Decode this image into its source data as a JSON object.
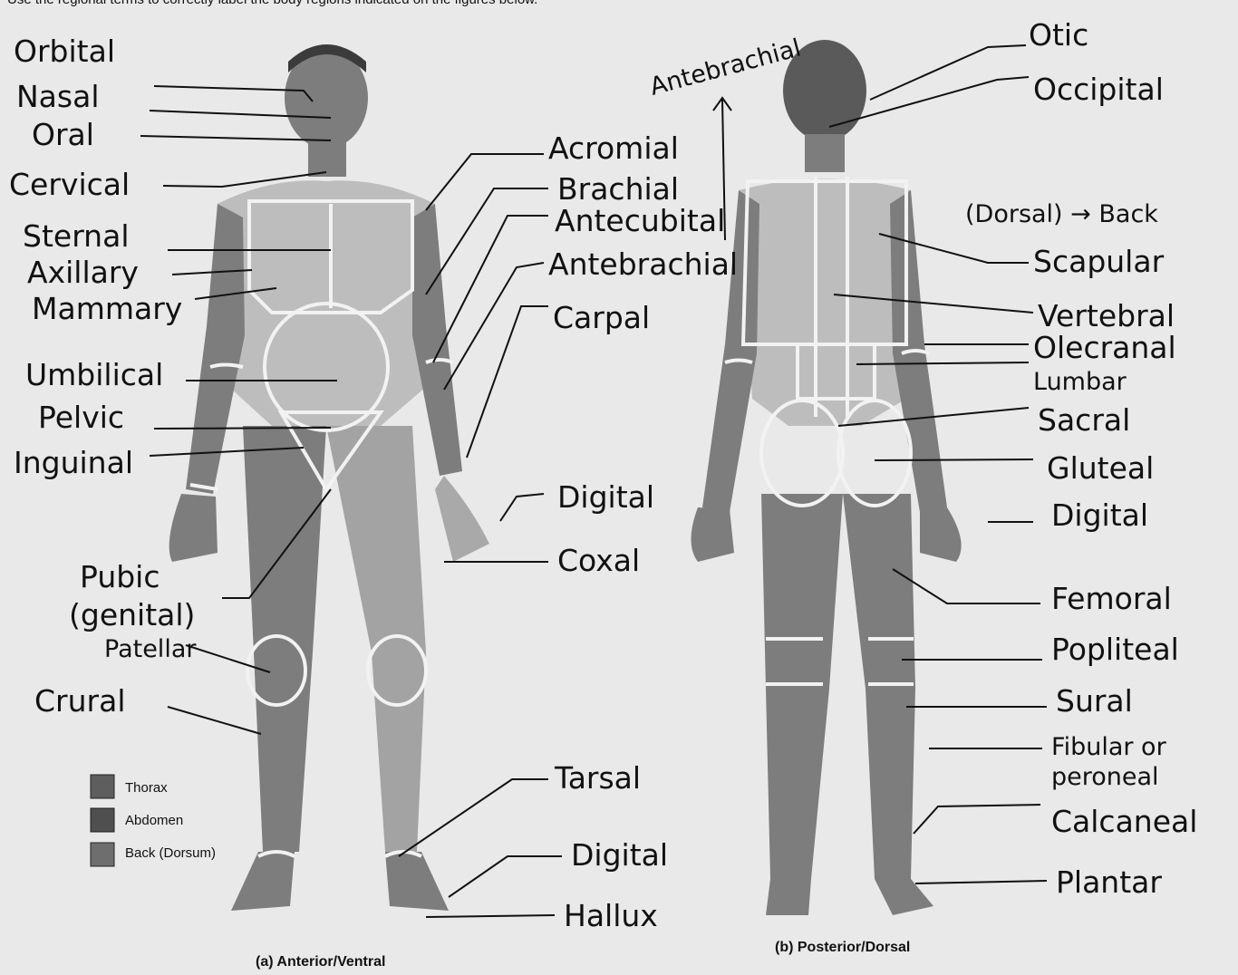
{
  "instruction": "Use the regional terms to correctly label the body regions indicated on the figures below.",
  "figure_a_caption": "(a) Anterior/Ventral",
  "figure_b_caption": "(b) Posterior/Dorsal",
  "legend": [
    {
      "label": "Thorax",
      "color": "#5e5e5e"
    },
    {
      "label": "Abdomen",
      "color": "#4f4f4f"
    },
    {
      "label": "Back (Dorsum)",
      "color": "#6e6e6e"
    }
  ],
  "anterior_left_labels": [
    "Orbital",
    "Nasal",
    "Oral",
    "Cervical",
    "Sternal",
    "Axillary",
    "Mammary",
    "Umbilical",
    "Pelvic",
    "Inguinal",
    "Pubic",
    "(genital)",
    "Patellar",
    "Crural"
  ],
  "anterior_right_labels": [
    "Acromial",
    "Brachial",
    "Antecubital",
    "Antebrachial",
    "Carpal",
    "Digital",
    "Coxal",
    "Tarsal",
    "Digital",
    "Hallux"
  ],
  "top_label": "Antebrachial",
  "posterior_labels": [
    "Otic",
    "Occipital",
    "(Dorsal) → Back",
    "Scapular",
    "Vertebral",
    "Olecranal",
    "Lumbar",
    "Sacral",
    "Gluteal",
    "Digital",
    "Femoral",
    "Popliteal",
    "Sural",
    "Fibular or",
    "peroneal",
    "Calcaneal",
    "Plantar"
  ]
}
